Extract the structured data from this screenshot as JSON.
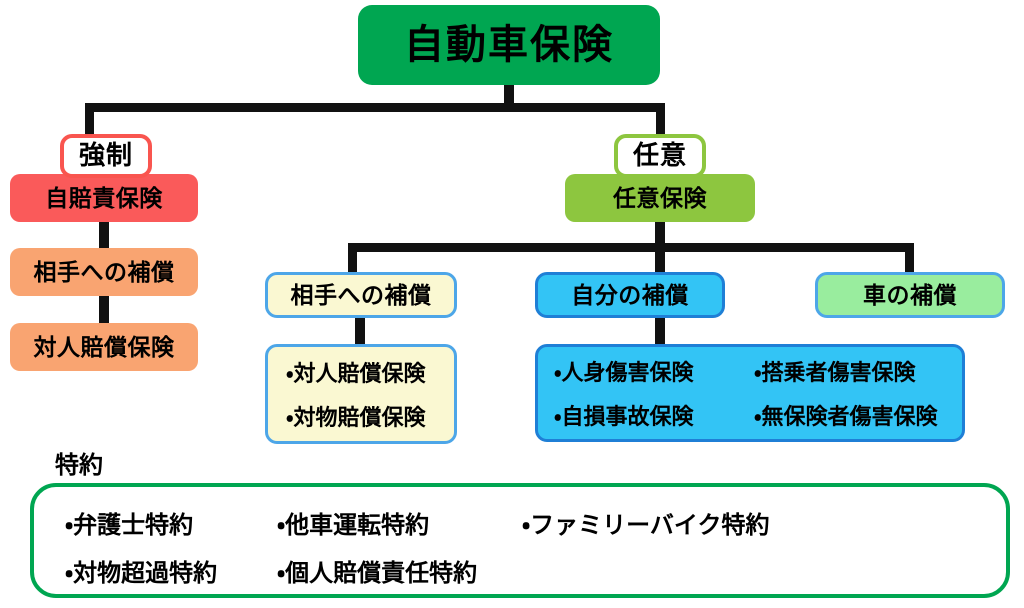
{
  "diagram": {
    "title": "自動車保険",
    "root": {
      "label": "自動車保険"
    },
    "branches": {
      "compulsory": {
        "tag": "強制",
        "primary": "自賠責保険",
        "scope": "相手への補償",
        "product": "対人賠償保険"
      },
      "optional": {
        "tag": "任意",
        "primary": "任意保険",
        "categories": [
          {
            "label": "相手への補償",
            "items": [
              [
                "・対人賠償保険"
              ],
              [
                "・対物賠償保険"
              ]
            ]
          },
          {
            "label": "自分の補償",
            "items": [
              [
                "・人身傷害保険",
                "・搭乗者傷害保険"
              ],
              [
                "・自損事故保険",
                "・無保険者傷害保険"
              ]
            ]
          },
          {
            "label": "車の補償",
            "items": []
          }
        ]
      }
    },
    "tokuyaku": {
      "label": "特約",
      "rows": [
        [
          "・弁護士特約",
          "・他車運転特約",
          "・ファミリーバイク特約"
        ],
        [
          "・対物超過特約",
          "・個人賠償責任特約",
          ""
        ]
      ]
    },
    "colors": {
      "root_green": "#00a651",
      "compulsory_red": "#fa5a5a",
      "compulsory_orange": "#f9a471",
      "optional_green": "#8dc63f",
      "cream": "#faf8d2",
      "cyan": "#33c4f5",
      "mint": "#99ed9e",
      "connector": "#111111",
      "frame_green": "#00a651"
    }
  }
}
